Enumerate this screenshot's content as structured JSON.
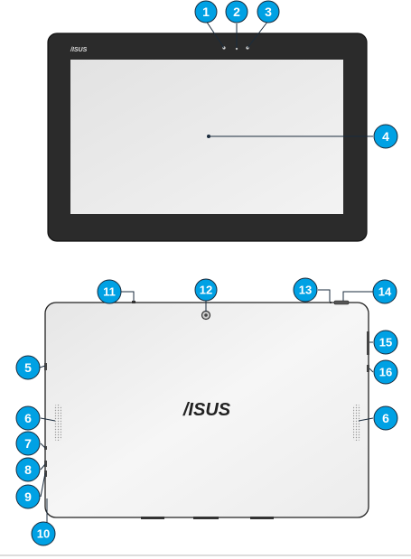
{
  "front_view": {
    "bezel_logo": "/ISUS",
    "callouts": {
      "c1": "1",
      "c2": "2",
      "c3": "3",
      "c4": "4"
    }
  },
  "rear_view": {
    "logo": "/ISUS",
    "callouts": {
      "c5": "5",
      "c6_left": "6",
      "c6_right": "6",
      "c7": "7",
      "c8": "8",
      "c9": "9",
      "c10": "10",
      "c11": "11",
      "c12": "12",
      "c13": "13",
      "c14": "14",
      "c15": "15",
      "c16": "16"
    }
  },
  "colors": {
    "callout_fill": "#00a1e4",
    "bezel": "#2b2b2b",
    "screen": "#e9e9e9",
    "back_panel": "#f2f2f2",
    "leader": "#1a2b3c"
  }
}
